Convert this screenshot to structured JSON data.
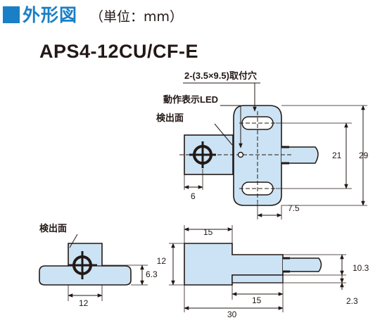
{
  "header": {
    "title": "外形図",
    "unit": "（単位：mm）"
  },
  "model": "APS4-12CU/CF-E",
  "labels": {
    "slots": "2-(3.5×9.5)取付穴",
    "led": "動作表示LED",
    "face_top": "検出面",
    "face_bottom": "検出面"
  },
  "dims": {
    "d6": "6",
    "d7_5": "7.5",
    "d21": "21",
    "d29": "29",
    "d6_3": "6.3",
    "d12_bottom": "12",
    "d15_top": "15",
    "d12_left": "12",
    "d10_3": "10.3",
    "d15_bottom": "15",
    "d30": "30",
    "d2_3": "2.3"
  },
  "colors": {
    "body_fill": "#cbe3f4",
    "accent": "#1a7fc6",
    "line": "#231815"
  }
}
